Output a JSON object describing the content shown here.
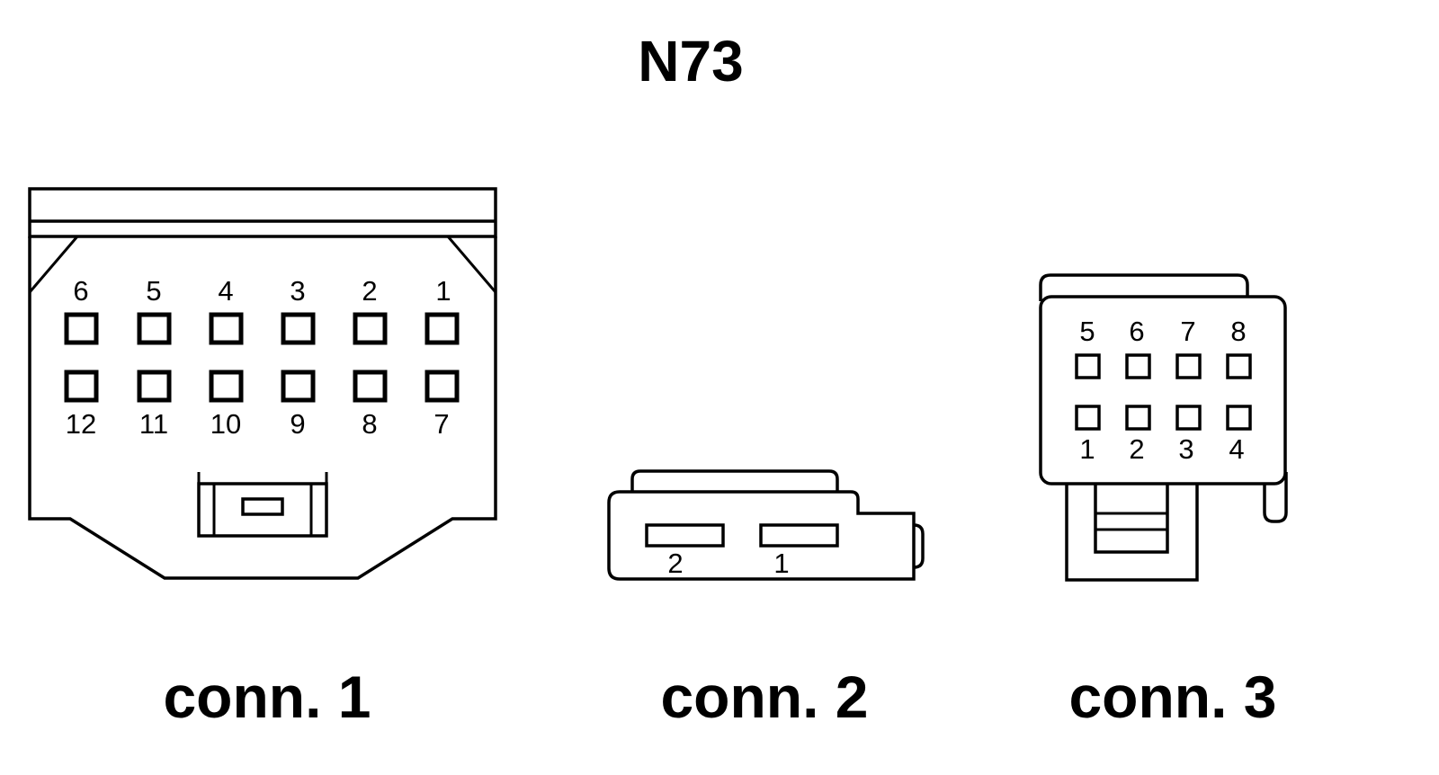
{
  "title": "N73",
  "connectors": [
    {
      "caption": "conn. 1",
      "pins_top": [
        "6",
        "5",
        "4",
        "3",
        "2",
        "1"
      ],
      "pins_bottom": [
        "12",
        "11",
        "10",
        "9",
        "8",
        "7"
      ]
    },
    {
      "caption": "conn. 2",
      "pins": [
        "2",
        "1"
      ]
    },
    {
      "caption": "conn. 3",
      "pins_top": [
        "5",
        "6",
        "7",
        "8"
      ],
      "pins_bottom": [
        "1",
        "2",
        "3",
        "4"
      ]
    }
  ]
}
